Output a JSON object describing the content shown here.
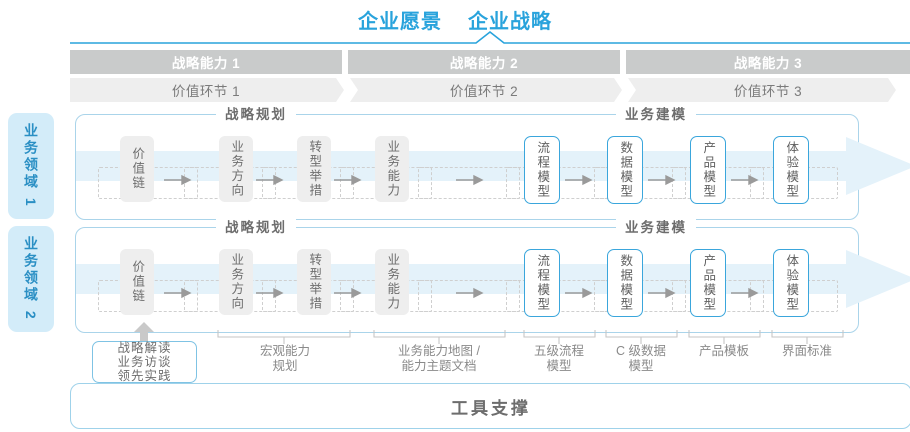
{
  "header": {
    "titles": [
      "企业愿景",
      "企业战略"
    ],
    "accent_color": "#29a3dc"
  },
  "capabilities": [
    {
      "label": "战略能力 1"
    },
    {
      "label": "战略能力 2"
    },
    {
      "label": "战略能力 3"
    }
  ],
  "value_chain": [
    {
      "label": "价值环节 1"
    },
    {
      "label": "价值环节 2"
    },
    {
      "label": "价值环节 3"
    }
  ],
  "domains": [
    {
      "label": "业务领域 1"
    },
    {
      "label": "业务领域 2"
    }
  ],
  "sections": [
    {
      "label": "战略规划"
    },
    {
      "label": "业务建模"
    }
  ],
  "nodes": [
    {
      "label": "价值链",
      "style": "gray"
    },
    {
      "label": "业务方向",
      "style": "gray"
    },
    {
      "label": "转型举措",
      "style": "gray"
    },
    {
      "label": "业务能力",
      "style": "gray"
    },
    {
      "label": "流程模型",
      "style": "blue"
    },
    {
      "label": "数据模型",
      "style": "blue"
    },
    {
      "label": "产品模型",
      "style": "blue"
    },
    {
      "label": "体验模型",
      "style": "blue"
    }
  ],
  "strategy_box": {
    "lines": [
      "战略解读",
      "业务访谈",
      "领先实践"
    ]
  },
  "tool_labels": [
    {
      "lines": [
        "宏观能力",
        "规划"
      ]
    },
    {
      "lines": [
        "业务能力地图 /",
        "能力主题文档"
      ]
    },
    {
      "lines": [
        "五级流程",
        "模型"
      ]
    },
    {
      "lines": [
        "C 级数据",
        "模型"
      ]
    },
    {
      "lines": [
        "产品模板"
      ]
    },
    {
      "lines": [
        "界面标准"
      ]
    }
  ],
  "footer": {
    "label": "工具支撑"
  },
  "colors": {
    "accent": "#29a3dc",
    "band_border": "#aad4ea",
    "bar_gray": "#c9cbcb",
    "bar_light": "#eeeeee",
    "node_blue_border": "#3aa6dc",
    "tab_bg": "#d3ecf9"
  }
}
